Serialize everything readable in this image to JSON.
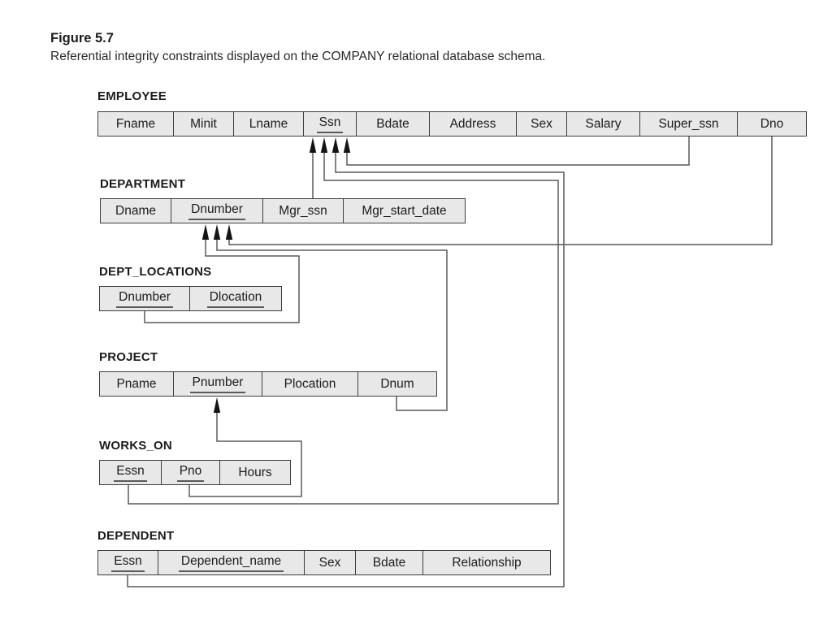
{
  "figure": {
    "label": "Figure 5.7",
    "caption": "Referential integrity constraints displayed on the COMPANY relational database schema."
  },
  "tables": [
    {
      "name": "EMPLOYEE",
      "columns": [
        {
          "name": "Fname",
          "key": false
        },
        {
          "name": "Minit",
          "key": false
        },
        {
          "name": "Lname",
          "key": false
        },
        {
          "name": "Ssn",
          "key": true
        },
        {
          "name": "Bdate",
          "key": false
        },
        {
          "name": "Address",
          "key": false
        },
        {
          "name": "Sex",
          "key": false
        },
        {
          "name": "Salary",
          "key": false
        },
        {
          "name": "Super_ssn",
          "key": false
        },
        {
          "name": "Dno",
          "key": false
        }
      ]
    },
    {
      "name": "DEPARTMENT",
      "columns": [
        {
          "name": "Dname",
          "key": false
        },
        {
          "name": "Dnumber",
          "key": true
        },
        {
          "name": "Mgr_ssn",
          "key": false
        },
        {
          "name": "Mgr_start_date",
          "key": false
        }
      ]
    },
    {
      "name": "DEPT_LOCATIONS",
      "columns": [
        {
          "name": "Dnumber",
          "key": true
        },
        {
          "name": "Dlocation",
          "key": true
        }
      ]
    },
    {
      "name": "PROJECT",
      "columns": [
        {
          "name": "Pname",
          "key": false
        },
        {
          "name": "Pnumber",
          "key": true
        },
        {
          "name": "Plocation",
          "key": false
        },
        {
          "name": "Dnum",
          "key": false
        }
      ]
    },
    {
      "name": "WORKS_ON",
      "columns": [
        {
          "name": "Essn",
          "key": true
        },
        {
          "name": "Pno",
          "key": true
        },
        {
          "name": "Hours",
          "key": false
        }
      ]
    },
    {
      "name": "DEPENDENT",
      "columns": [
        {
          "name": "Essn",
          "key": true
        },
        {
          "name": "Dependent_name",
          "key": true
        },
        {
          "name": "Sex",
          "key": false
        },
        {
          "name": "Bdate",
          "key": false
        },
        {
          "name": "Relationship",
          "key": false
        }
      ]
    }
  ],
  "connections": [
    {
      "from": "DEPARTMENT.Mgr_ssn",
      "to": "EMPLOYEE.Ssn"
    },
    {
      "from": "WORKS_ON.Essn",
      "to": "EMPLOYEE.Ssn"
    },
    {
      "from": "DEPENDENT.Essn",
      "to": "EMPLOYEE.Ssn"
    },
    {
      "from": "EMPLOYEE.Super_ssn",
      "to": "EMPLOYEE.Ssn"
    },
    {
      "from": "EMPLOYEE.Dno",
      "to": "DEPARTMENT.Dnumber"
    },
    {
      "from": "PROJECT.Dnum",
      "to": "DEPARTMENT.Dnumber"
    },
    {
      "from": "DEPT_LOCATIONS.Dnumber",
      "to": "DEPARTMENT.Dnumber"
    },
    {
      "from": "WORKS_ON.Pno",
      "to": "PROJECT.Pnumber"
    }
  ],
  "colors": {
    "cell_fill": "#e8e8e8",
    "cell_border": "#3d3d3d",
    "wire": "#5a5a5a",
    "arrowhead": "#141414",
    "text": "#1c1c1c"
  }
}
